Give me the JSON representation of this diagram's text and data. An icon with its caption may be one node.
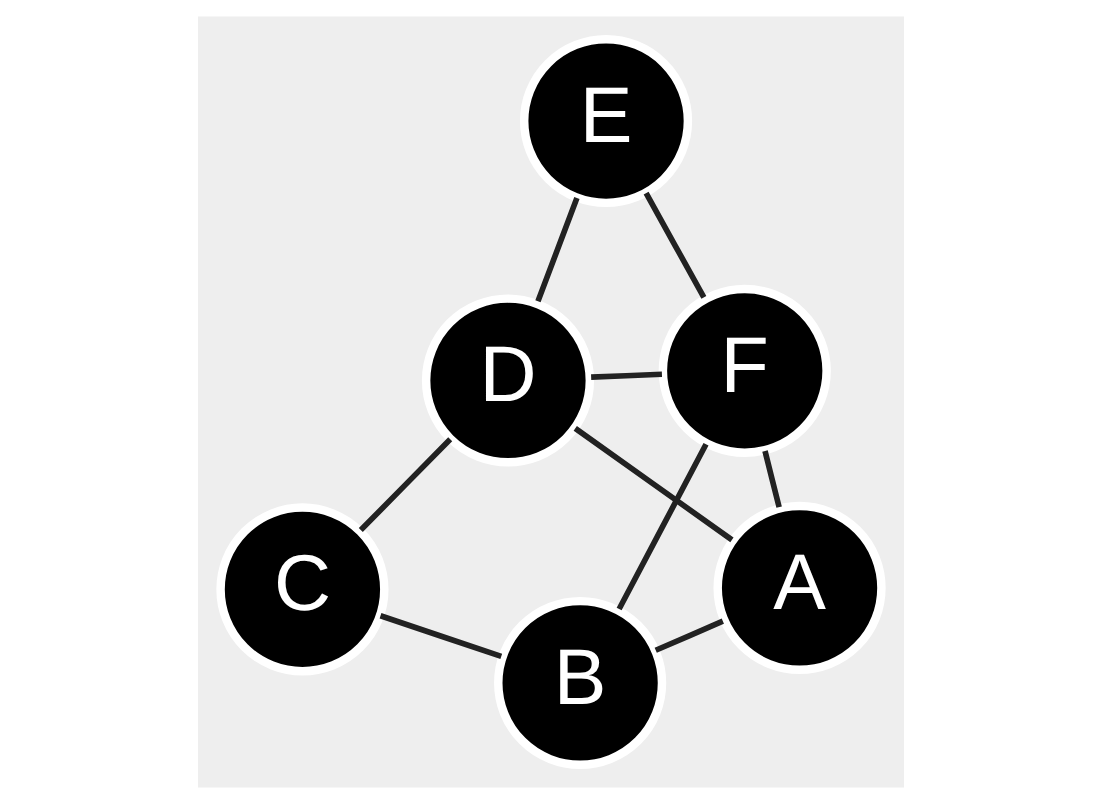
{
  "diagram": {
    "nodes": [
      {
        "text": [
          "A"
        ]
      },
      {
        "text": [
          "B"
        ]
      },
      {
        "text": [
          "C"
        ]
      },
      {
        "text": [
          "D"
        ]
      },
      {
        "text": [
          "E"
        ]
      },
      {
        "text": [
          "F"
        ]
      }
    ],
    "edges": [
      {
        "from": 0,
        "to": 5,
        "arrow": "none"
      },
      {
        "from": 0,
        "to": 1,
        "arrow": "none"
      },
      {
        "from": 0,
        "to": 3,
        "arrow": "none"
      },
      {
        "from": 1,
        "to": 5,
        "arrow": "none"
      },
      {
        "from": 1,
        "to": 2,
        "arrow": "none"
      },
      {
        "from": 2,
        "to": 3,
        "arrow": "none"
      },
      {
        "from": 5,
        "to": 3,
        "arrow": "none"
      },
      {
        "from": 3,
        "to": 4,
        "arrow": "none"
      },
      {
        "from": 5,
        "to": 4,
        "arrow": "none"
      }
    ]
  }
}
